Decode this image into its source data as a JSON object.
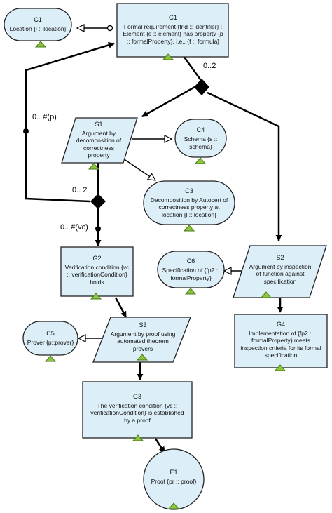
{
  "colors": {
    "node_fill": "#dceef8",
    "node_stroke": "#222222",
    "marker_fill": "#8cc63f",
    "marker_stroke": "#4a7a1a",
    "edge": "#000000"
  },
  "nodes": {
    "c1": {
      "id": "C1",
      "text": "Location {l :: location}"
    },
    "g1": {
      "id": "G1",
      "text": "Formal requirement {frid :: identifier} : Element {e :: element} has property {p :: formalProperty}. i.e., {f :: formula}"
    },
    "s1": {
      "id": "S1",
      "text": "Argument by decomposition of correctness property"
    },
    "c4": {
      "id": "C4",
      "text": "Schema {s :: schema}"
    },
    "c3": {
      "id": "C3",
      "text": "Decomposition by Autocert of correctness property at location {l :: location}"
    },
    "g2": {
      "id": "G2",
      "text": "Verification condition {vc :: verificationCondition} holds"
    },
    "c6": {
      "id": "C6",
      "text": "Specification of {fp2 :: formalProperty}"
    },
    "s2": {
      "id": "S2",
      "text": "Argument by inspection of function against specification"
    },
    "c5": {
      "id": "C5",
      "text": "Prover {p::prover}"
    },
    "s3": {
      "id": "S3",
      "text": "Argument by proof using automated theorem provers"
    },
    "g4": {
      "id": "G4",
      "text": "Implementation of {fp2 :: formalProperty} meets inspection crtieria for its formal specification"
    },
    "g3": {
      "id": "G3",
      "text": "The verification condition {vc :: verificationCondition} is established by a proof"
    },
    "e1": {
      "id": "E1",
      "text": "Proof {pr :: proof}"
    }
  },
  "multiplicity": {
    "g1_split": "0..2",
    "loop": "0.. #(p)",
    "s1_split": "0.. 2",
    "to_g2": "0.. #(vc)"
  }
}
